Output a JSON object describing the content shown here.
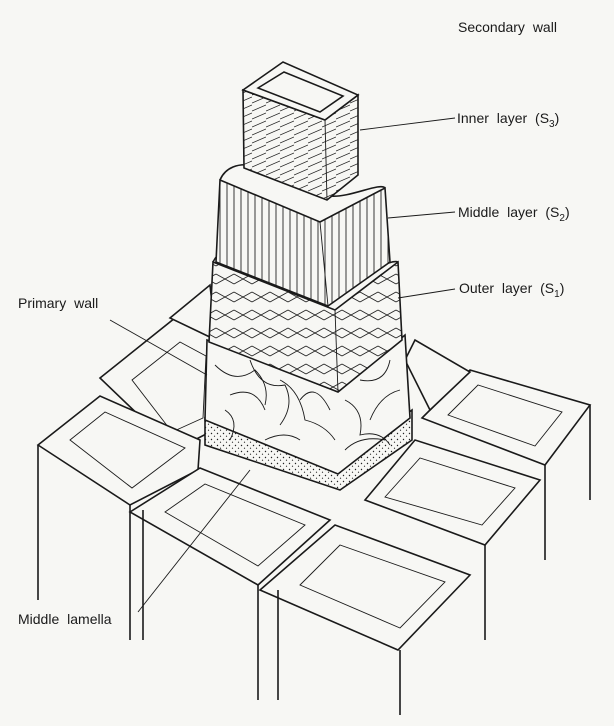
{
  "labels": {
    "secondary_wall": "Secondary  wall",
    "inner_layer": "Inner layer  (S",
    "inner_layer_sub": "3",
    "middle_layer": "Middle  layer (S",
    "middle_layer_sub": "2",
    "outer_layer": "Outer  layer (S",
    "outer_layer_sub": "1",
    "primary_wall": "Primary  wall",
    "middle_lamella": "Middle  lamella",
    "close_paren": ")"
  }
}
